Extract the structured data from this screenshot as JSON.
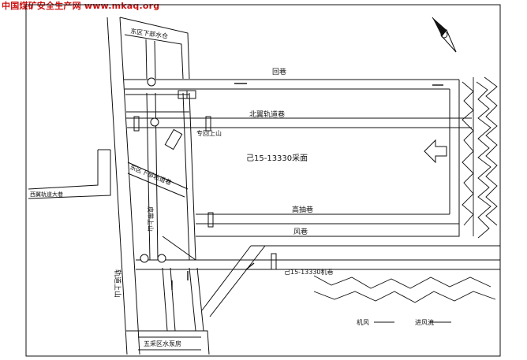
{
  "watermark": "中国煤矿安全生产网 www.mkaq.org",
  "labels": {
    "top_haulage": "东区下部水仓",
    "return_airway": "回巷",
    "north_oil_lane": "北翼轨道巷",
    "incline_up": "专回上山",
    "working_face": "己15-13330采面",
    "mid_haulage": "东区下部轨道巷",
    "material_up": "皮带上山",
    "high_lane": "高抽巷",
    "wind_lane": "风巷",
    "lower_face_road": "己15-13330机巷",
    "track_up": "轨道上山",
    "bottom_station": "五采区水泵房",
    "west_road": "西翼轨道大巷",
    "legend_a": "机风",
    "legend_b": "进风流"
  },
  "colors": {
    "watermark": "#cc1111",
    "line": "#111111"
  }
}
